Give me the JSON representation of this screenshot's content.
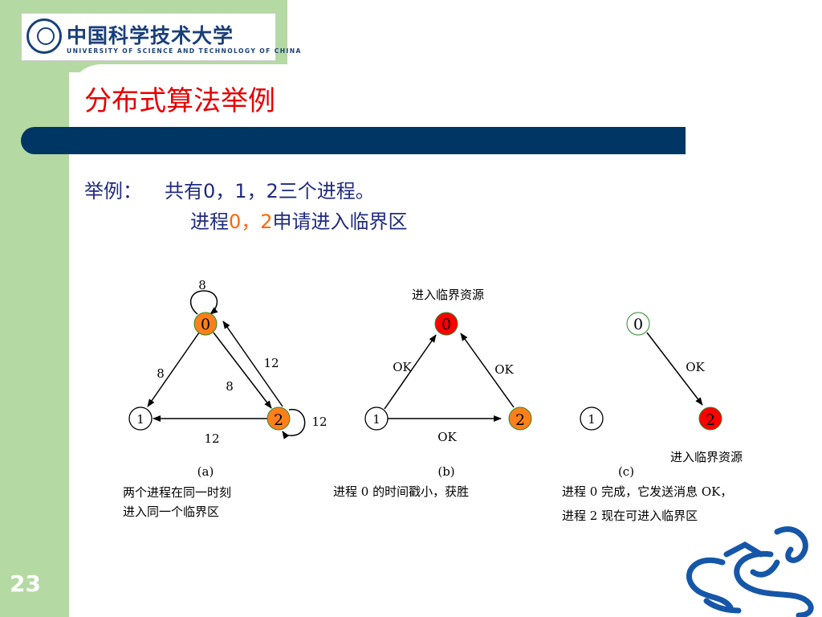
{
  "logo": {
    "title_cn": "中国科学技术大学",
    "title_en": "UNIVERSITY OF SCIENCE AND TECHNOLOGY OF CHINA"
  },
  "slide": {
    "title": "分布式算法举例",
    "line1_label": "举例：",
    "line1_text": "共有0，1，2三个进程。",
    "line2_prefix": "进程",
    "line2_highlight": "0，2",
    "line2_suffix": "申请进入临界区",
    "number": "23"
  },
  "colors": {
    "sidebar": "#b5d9a3",
    "bar": "#003664",
    "title": "#e60000",
    "text": "#1f2b7f",
    "node_orange": "#ff7f1a",
    "node_red": "#ff0000"
  },
  "figure": {
    "a": {
      "node0": "0",
      "node1": "1",
      "node2": "2",
      "loop0": "8",
      "edge01": "8",
      "edge02": "8",
      "edge20": "12",
      "edge21": "12",
      "loop2": "12",
      "label": "(a)",
      "caption_line1": "两个进程在同一时刻",
      "caption_line2": "进入同一个临界区"
    },
    "b": {
      "heading": "进入临界资源",
      "node0": "0",
      "node1": "1",
      "node2": "2",
      "ok_left": "OK",
      "ok_right": "OK",
      "ok_bottom": "OK",
      "label": "(b)",
      "caption": "进程 0 的时间戳小，获胜"
    },
    "c": {
      "node0": "0",
      "node1": "1",
      "node2": "2",
      "ok": "OK",
      "subheading": "进入临界资源",
      "label": "(c)",
      "caption_line1": "进程 0 完成，它发送消息 OK，",
      "caption_line2": "进程 2 现在可进入临界区"
    }
  }
}
